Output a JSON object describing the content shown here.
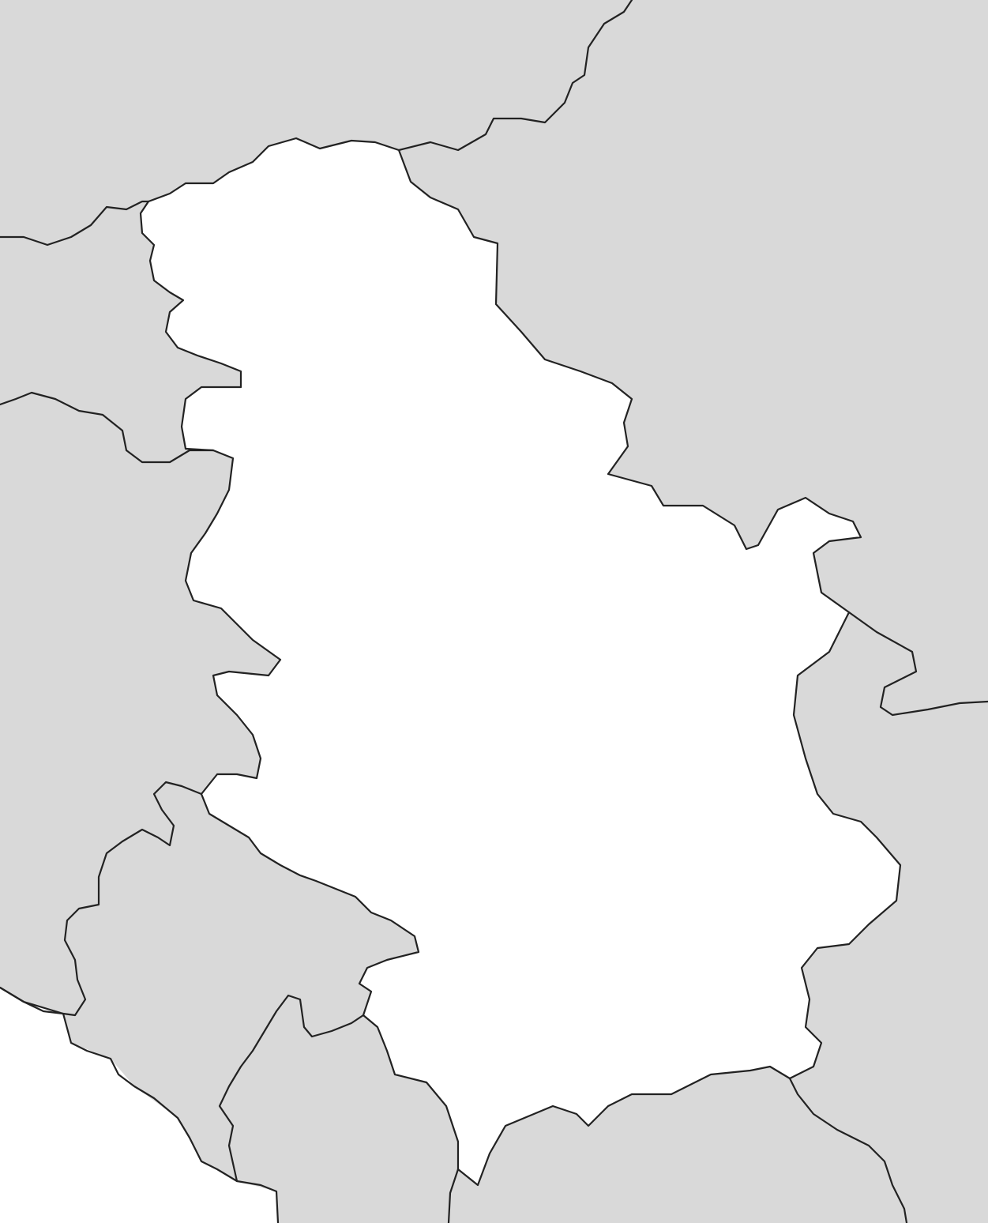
{
  "map": {
    "labels": [],
    "colors": {
      "background": "#ffffff",
      "neighbor_fill": "#d9d9d9",
      "focus_fill": "#ffffff",
      "sea_fill": "#ffffff",
      "border": "#222222"
    },
    "regions": [
      {
        "id": "focus-country",
        "role": "focus"
      },
      {
        "id": "north-neighbor",
        "role": "neighbor"
      },
      {
        "id": "northeast-neighbor",
        "role": "neighbor"
      },
      {
        "id": "west-neighbor",
        "role": "neighbor"
      },
      {
        "id": "southwest-neighbor",
        "role": "neighbor"
      },
      {
        "id": "south-neighbor",
        "role": "neighbor"
      },
      {
        "id": "east-neighbor",
        "role": "neighbor"
      },
      {
        "id": "sea",
        "role": "water"
      }
    ]
  }
}
